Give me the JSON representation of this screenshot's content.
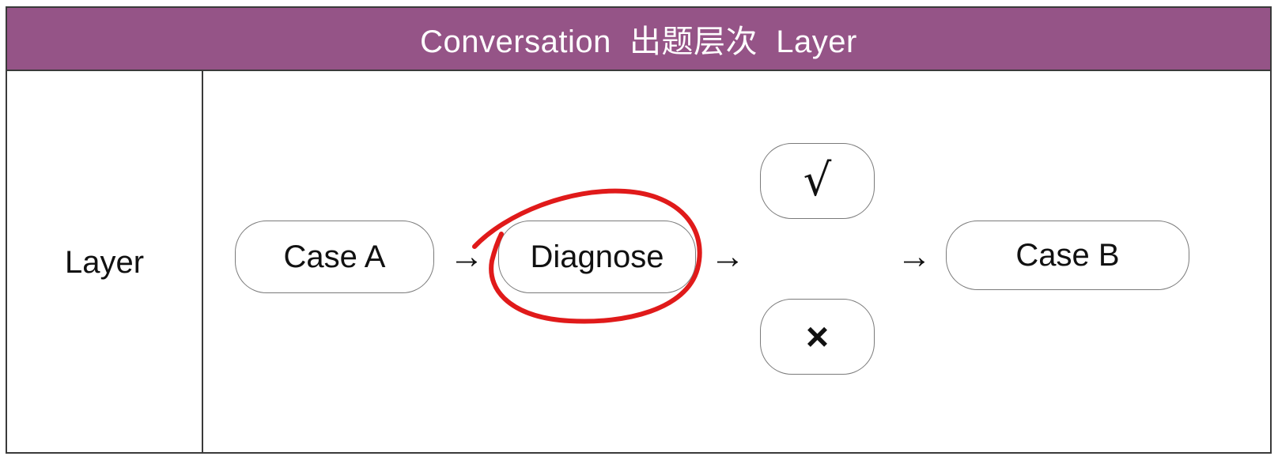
{
  "header": {
    "title": "Conversation  出题层次  Layer"
  },
  "row": {
    "label": "Layer"
  },
  "nodes": {
    "case_a": "Case A",
    "diagnose": "Diagnose",
    "correct": "√",
    "incorrect": "×",
    "case_b": "Case B"
  },
  "arrows": {
    "symbol": "→"
  },
  "colors": {
    "header_bg": "#955487",
    "highlight_circle": "#e01a1a"
  }
}
